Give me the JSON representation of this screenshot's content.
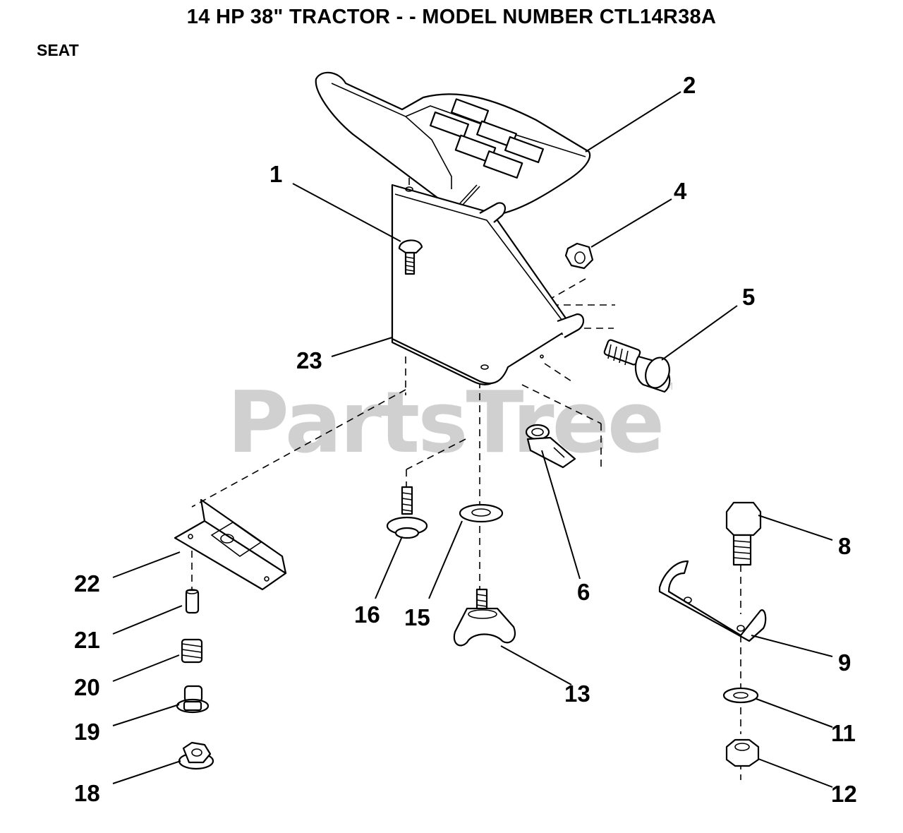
{
  "header": {
    "title": "14 HP 38\" TRACTOR - - MODEL NUMBER CTL14R38A",
    "section": "SEAT"
  },
  "watermark": {
    "text": "PartsTree",
    "mark": "TM"
  },
  "callouts": [
    "1",
    "2",
    "4",
    "5",
    "6",
    "8",
    "9",
    "11",
    "12",
    "13",
    "15",
    "16",
    "18",
    "19",
    "20",
    "21",
    "22",
    "23"
  ]
}
